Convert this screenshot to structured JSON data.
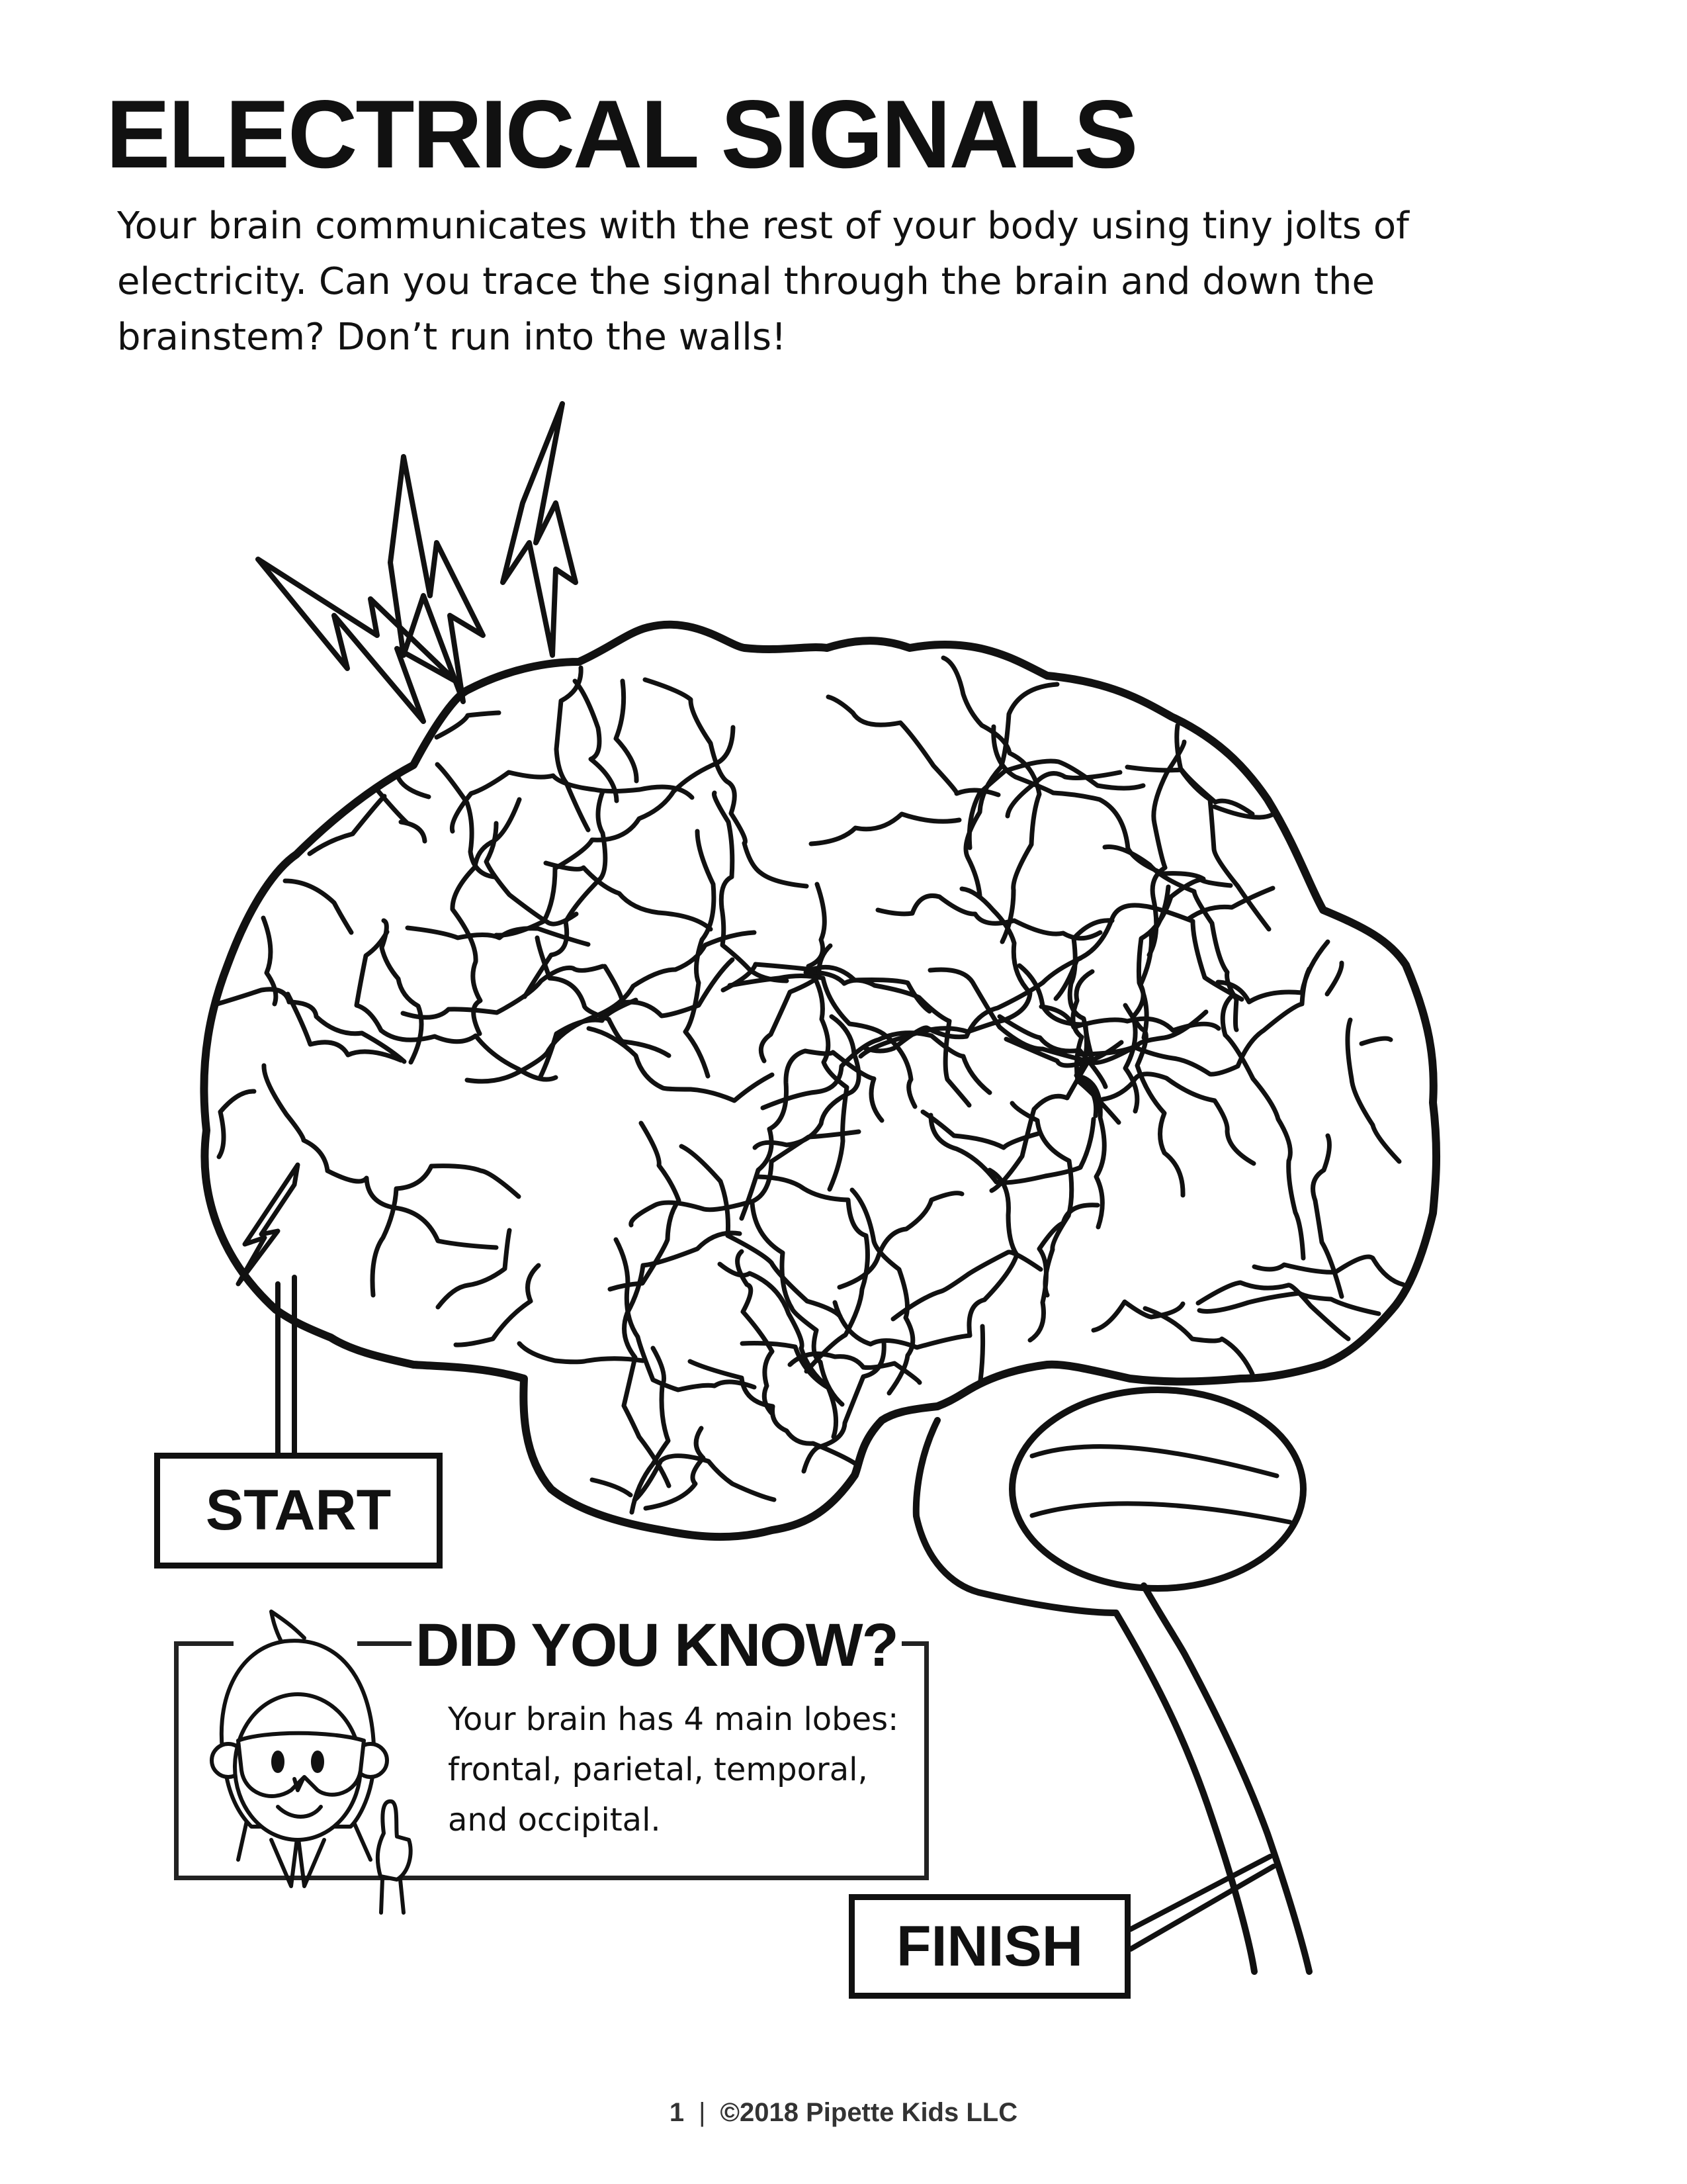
{
  "title": "ELECTRICAL SIGNALS",
  "intro": {
    "lines": [
      "Your brain communicates with the rest of your body using tiny jolts of",
      "electricity. Can you trace the signal through the brain and down the",
      "brainstem? Don’t run into the walls!"
    ]
  },
  "maze": {
    "start_label": "START",
    "finish_label": "FINISH"
  },
  "did_you_know": {
    "title": "DID YOU KNOW?",
    "lines": [
      "Your brain has 4 main lobes:",
      "frontal, parietal, temporal,",
      "and occipital."
    ]
  },
  "footer": {
    "page_number": "1",
    "separator": "|",
    "copyright": "©2018 Pipette Kids LLC"
  }
}
